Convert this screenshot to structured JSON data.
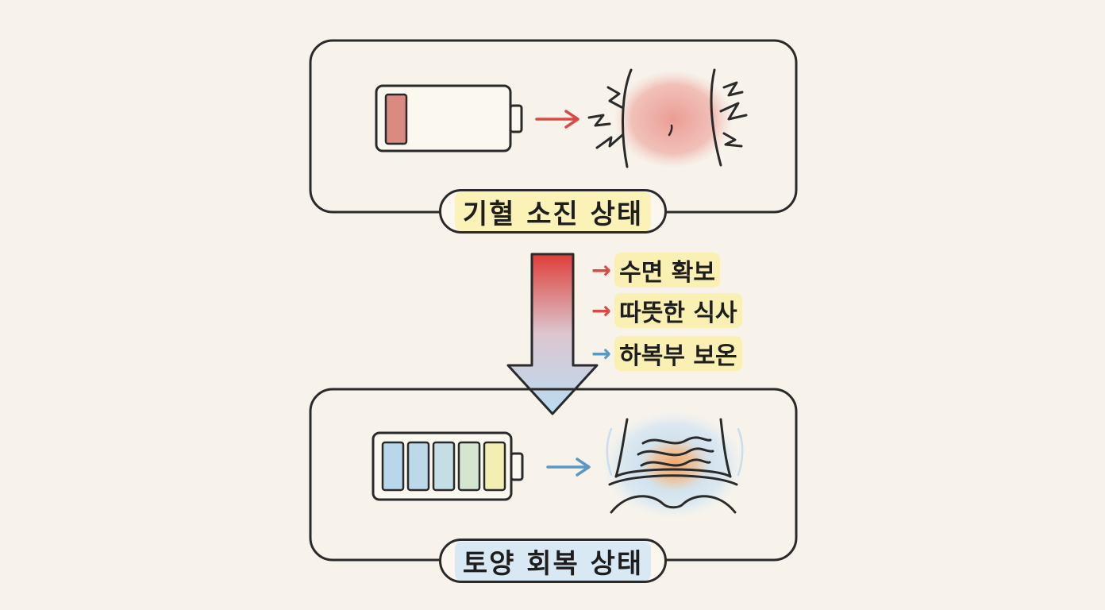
{
  "top_panel": {
    "label": "기혈 소진 상태",
    "battery_icon": "low-battery-icon",
    "body_icon": "abdomen-pain-icon",
    "arrow_color": "#d94a45",
    "highlight_color": "#e98d84"
  },
  "transition": {
    "arrow_icon": "down-arrow-gradient-icon",
    "gradient_top": "#de3f3a",
    "gradient_bottom": "#b9dcf3",
    "remedies": [
      {
        "arrow": "→",
        "text": "수면 확보",
        "color": "#d94a45"
      },
      {
        "arrow": "→",
        "text": "따뜻한 식사",
        "color": "#d94a45"
      },
      {
        "arrow": "→",
        "text": "하복부 보온",
        "color": "#5a98c4"
      }
    ]
  },
  "bottom_panel": {
    "label": "토양 회복 상태",
    "battery_icon": "full-battery-icon",
    "body_icon": "warm-abdomen-icon",
    "arrow_color": "#5a98c4",
    "warm_color": "#f3a566"
  }
}
